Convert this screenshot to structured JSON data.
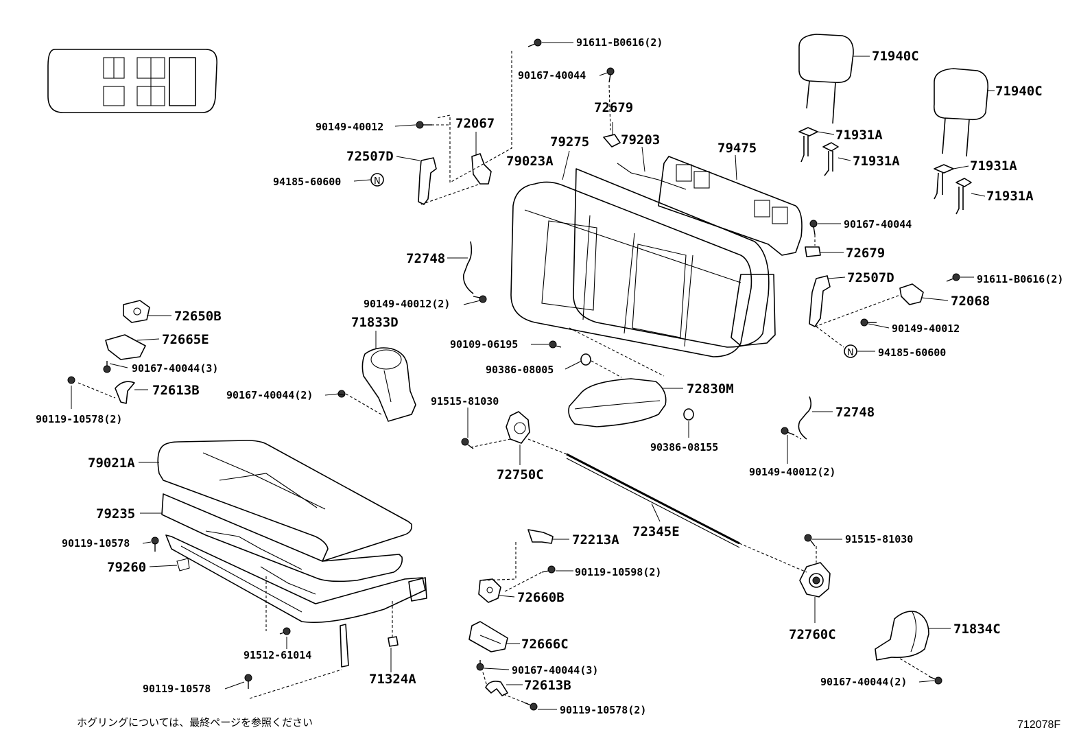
{
  "labels": {
    "p91611_B0616_2_top": "91611-B0616(2)",
    "p90167_40044_top": "90167-40044",
    "p72679_top": "72679",
    "p90149_40012_left": "90149-40012",
    "p72067": "72067",
    "p79275": "79275",
    "p79203": "79203",
    "p79475": "79475",
    "p72507D_left": "72507D",
    "p79023A": "79023A",
    "p94185_60600_left": "94185-60600",
    "p71940C_a": "71940C",
    "p71940C_b": "71940C",
    "p71931A_a": "71931A",
    "p71931A_b": "71931A",
    "p71931A_c": "71931A",
    "p71931A_d": "71931A",
    "p90167_40044_right": "90167-40044",
    "p72679_right": "72679",
    "p72507D_right": "72507D",
    "p91611_B0616_2_right": "91611-B0616(2)",
    "p72068": "72068",
    "p90149_40012_right": "90149-40012",
    "p94185_60600_right": "94185-60600",
    "p72748_top": "72748",
    "p90149_40012_2_mid": "90149-40012(2)",
    "p72650B": "72650B",
    "p72665E": "72665E",
    "p90167_40044_3_left": "90167-40044(3)",
    "p72613B_left": "72613B",
    "p90119_10578_2_left": "90119-10578(2)",
    "p71833D": "71833D",
    "p90167_40044_2_left": "90167-40044(2)",
    "p90109_06195": "90109-06195",
    "p90386_08005": "90386-08005",
    "p72830M": "72830M",
    "p91515_81030_mid": "91515-81030",
    "p90386_08155": "90386-08155",
    "p72748_right": "72748",
    "p90149_40012_2_right": "90149-40012(2)",
    "p72750C": "72750C",
    "p79021A": "79021A",
    "p79235": "79235",
    "p90119_10578_a": "90119-10578",
    "p79260": "79260",
    "p72345E": "72345E",
    "p72213A": "72213A",
    "p91515_81030_right": "91515-81030",
    "p90119_10598_2": "90119-10598(2)",
    "p72660B": "72660B",
    "p72760C": "72760C",
    "p72666C": "72666C",
    "p71834C": "71834C",
    "p91512_61014": "91512-61014",
    "p71324A": "71324A",
    "p90167_40044_3_bottom": "90167-40044(3)",
    "p90119_10578_b": "90119-10578",
    "p72613B_bottom": "72613B",
    "p90167_40044_2_right": "90167-40044(2)",
    "p90119_10578_2_bottom": "90119-10578(2)"
  },
  "footnote": "ホグリングについては、最終ページを参照ください",
  "drawing_id": "712078F"
}
